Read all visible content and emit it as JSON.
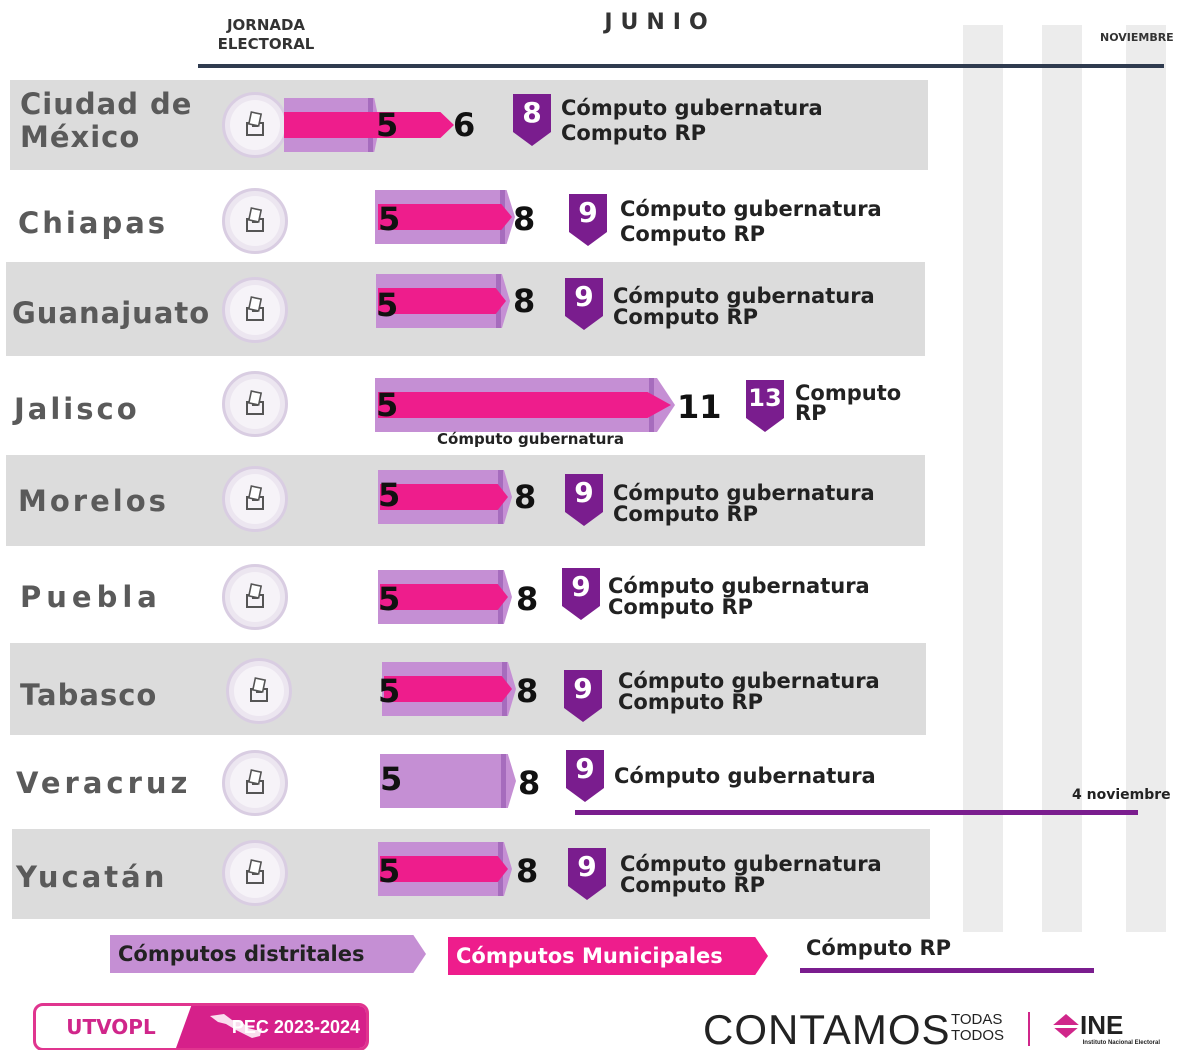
{
  "header": {
    "jornada": "JORNADA ELECTORAL",
    "month": "JUNIO",
    "november": "NOVIEMBRE"
  },
  "rows": [
    {
      "state": "Ciudad de México",
      "start": "5",
      "end": "6",
      "badge": "8",
      "comp1": "Cómputo gubernatura",
      "comp2": "Computo RP"
    },
    {
      "state": "Chiapas",
      "start": "5",
      "end": "8",
      "badge": "9",
      "comp1": "Cómputo gubernatura",
      "comp2": "Computo RP"
    },
    {
      "state": "Guanajuato",
      "start": "5",
      "end": "8",
      "badge": "9",
      "comp1": "Cómputo gubernatura",
      "comp2": "Computo RP"
    },
    {
      "state": "Jalisco",
      "start": "5",
      "end": "11",
      "badge": "13",
      "comp1": "Computo",
      "comp2": "RP",
      "below": "Cómputo gubernatura"
    },
    {
      "state": "Morelos",
      "start": "5",
      "end": "8",
      "badge": "9",
      "comp1": "Cómputo gubernatura",
      "comp2": "Computo RP"
    },
    {
      "state": "Puebla",
      "start": "5",
      "end": "8",
      "badge": "9",
      "comp1": "Cómputo gubernatura",
      "comp2": "Computo RP"
    },
    {
      "state": "Tabasco",
      "start": "5",
      "end": "8",
      "badge": "9",
      "comp1": "Cómputo gubernatura",
      "comp2": "Computo RP"
    },
    {
      "state": "Veracruz",
      "start": "5",
      "end": "8",
      "badge": "9",
      "comp1": "Cómputo gubernatura",
      "rp_until": "4 noviembre"
    },
    {
      "state": "Yucatán",
      "start": "5",
      "end": "8",
      "badge": "9",
      "comp1": "Cómputo gubernatura",
      "comp2": "Computo RP"
    }
  ],
  "legend": {
    "distritales": "Cómputos distritales",
    "municipales": "Cómputos Municipales",
    "rp": "Cómputo RP"
  },
  "footer": {
    "utvopl": "UTVOPL",
    "pec": "PEC 2023-2024",
    "contamos": "CONTAMOS",
    "todas": "TODAS",
    "todos": "TODOS",
    "ine": "INE",
    "ine_sub": "Instituto Nacional Electoral"
  },
  "colors": {
    "distritales": "#c58fd4",
    "municipales": "#ee1d8c",
    "rp": "#7a1d8e",
    "badge": "#7a1d8e",
    "row_bg": "#dcdcdc"
  }
}
